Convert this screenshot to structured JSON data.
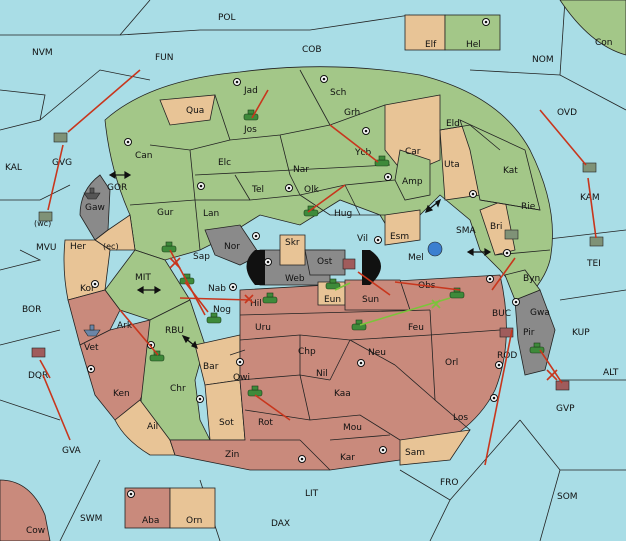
{
  "colors": {
    "sea": "#a9dde6",
    "neutral": "#a3c788",
    "tan": "#e8c496",
    "rose": "#c98a7c",
    "gray": "#8a8a8a",
    "order": "#c8361d",
    "support": "#7bc43b"
  },
  "sea_regions": [
    {
      "name": "POL"
    },
    {
      "name": "COB"
    },
    {
      "name": "NVM"
    },
    {
      "name": "FUN"
    },
    {
      "name": "NOM"
    },
    {
      "name": "OVD"
    },
    {
      "name": "KAL"
    },
    {
      "name": "GVG"
    },
    {
      "name": "GOR"
    },
    {
      "name": "MVU"
    },
    {
      "name": "(wc)"
    },
    {
      "name": "MIT"
    },
    {
      "name": "RBU"
    },
    {
      "name": "BOR"
    },
    {
      "name": "DQR"
    },
    {
      "name": "GVA"
    },
    {
      "name": "SMA"
    },
    {
      "name": "KAM"
    },
    {
      "name": "TEI"
    },
    {
      "name": "KUP"
    },
    {
      "name": "ALT"
    },
    {
      "name": "BUC"
    },
    {
      "name": "ROD"
    },
    {
      "name": "GVP"
    },
    {
      "name": "FRO"
    },
    {
      "name": "SOM"
    },
    {
      "name": "LIT"
    },
    {
      "name": "DAX"
    },
    {
      "name": "SWM"
    }
  ],
  "land_regions": [
    {
      "name": "Jad"
    },
    {
      "name": "Sch"
    },
    {
      "name": "Qua"
    },
    {
      "name": "Jos"
    },
    {
      "name": "Grh"
    },
    {
      "name": "Eld"
    },
    {
      "name": "Can"
    },
    {
      "name": "Ycb"
    },
    {
      "name": "Car"
    },
    {
      "name": "Uta"
    },
    {
      "name": "Elc"
    },
    {
      "name": "Nar"
    },
    {
      "name": "Tel"
    },
    {
      "name": "Olk"
    },
    {
      "name": "Amp"
    },
    {
      "name": "Kat"
    },
    {
      "name": "Gaw"
    },
    {
      "name": "Gur"
    },
    {
      "name": "Lan"
    },
    {
      "name": "Hug"
    },
    {
      "name": "Rie"
    },
    {
      "name": "Bri"
    },
    {
      "name": "Vil"
    },
    {
      "name": "Esm"
    },
    {
      "name": "Nor"
    },
    {
      "name": "Skr"
    },
    {
      "name": "Ost"
    },
    {
      "name": "Mel"
    },
    {
      "name": "Her"
    },
    {
      "name": "(ec)"
    },
    {
      "name": "Sap"
    },
    {
      "name": "Web"
    },
    {
      "name": "Byn"
    },
    {
      "name": "Kor"
    },
    {
      "name": "Nab"
    },
    {
      "name": "Eun"
    },
    {
      "name": "Sun"
    },
    {
      "name": "Obs"
    },
    {
      "name": "Hil"
    },
    {
      "name": "Gwa"
    },
    {
      "name": "Ark"
    },
    {
      "name": "Nog"
    },
    {
      "name": "Uru"
    },
    {
      "name": "Feu"
    },
    {
      "name": "Pir"
    },
    {
      "name": "Vet"
    },
    {
      "name": "Chp"
    },
    {
      "name": "Neu"
    },
    {
      "name": "Orl"
    },
    {
      "name": "Bar"
    },
    {
      "name": "Chr"
    },
    {
      "name": "Qwi"
    },
    {
      "name": "Nil"
    },
    {
      "name": "Ken"
    },
    {
      "name": "Kaa"
    },
    {
      "name": "Los"
    },
    {
      "name": "Ail"
    },
    {
      "name": "Sot"
    },
    {
      "name": "Rot"
    },
    {
      "name": "Mou"
    },
    {
      "name": "Zin"
    },
    {
      "name": "Kar"
    },
    {
      "name": "Sam"
    },
    {
      "name": "Elf"
    },
    {
      "name": "Hel"
    },
    {
      "name": "Con"
    },
    {
      "name": "Aba"
    },
    {
      "name": "Orn"
    },
    {
      "name": "Cow"
    }
  ]
}
